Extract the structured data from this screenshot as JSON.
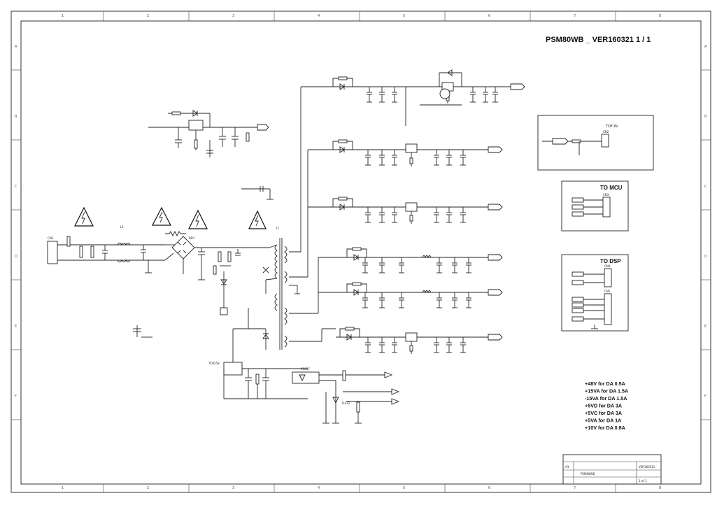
{
  "title": "PSM80WB _ VER160321   1 / 1",
  "zones": {
    "top": [
      "1",
      "2",
      "3",
      "4",
      "5",
      "6",
      "7",
      "8"
    ],
    "side": [
      "A",
      "B",
      "C",
      "D",
      "E",
      "F"
    ]
  },
  "panels": {
    "tofin": "TOF-IN",
    "tomcu": "TO MCU",
    "todsp": "TO DSP"
  },
  "specs": [
    "+48V for DA 0.5A",
    "+15VA for DA 1.5A",
    "-15VA for DA 1.5A",
    "+5VD for DA  3A",
    "+5VC for DA 3A",
    "+5VA for DA 1A",
    "+10V for DA 0.8A"
  ],
  "title_block": {
    "size": "A3",
    "doc": "PSM80WB",
    "rev": "VER160321",
    "sheet": "1 of 1"
  },
  "labels": {
    "u1": "TOP258",
    "t1": "T1",
    "cn1": "CN1",
    "l1": "L1",
    "bd1": "BD1",
    "u2": "PC817",
    "q1": "TL431",
    "cn2": "CN2",
    "cn3": "CN3",
    "cn4": "CN4",
    "cn5": "CN5"
  }
}
